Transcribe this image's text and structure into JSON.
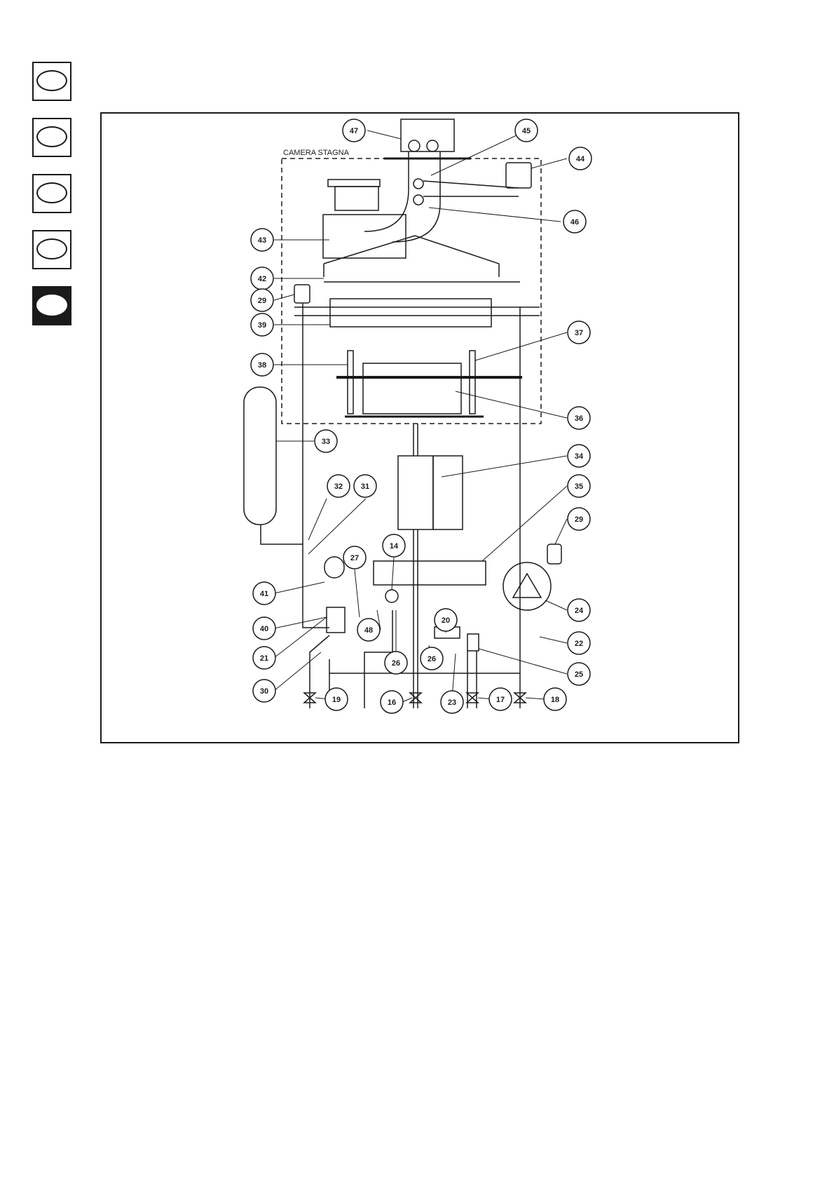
{
  "sidebar": {
    "tabs": [
      {
        "active": false
      },
      {
        "active": false
      },
      {
        "active": false
      },
      {
        "active": false
      },
      {
        "active": true
      }
    ]
  },
  "diagram": {
    "chamber_label": "CAMERA STAGNA",
    "callouts": [
      "47",
      "45",
      "44",
      "46",
      "43",
      "42",
      "29",
      "39",
      "38",
      "37",
      "36",
      "33",
      "34",
      "35",
      "32",
      "31",
      "29",
      "14",
      "27",
      "41",
      "40",
      "48",
      "20",
      "26",
      "24",
      "22",
      "21",
      "30",
      "26",
      "25",
      "19",
      "16",
      "23",
      "17",
      "18"
    ]
  },
  "colors": {
    "ink": "#1a1a1a",
    "background": "#ffffff"
  }
}
